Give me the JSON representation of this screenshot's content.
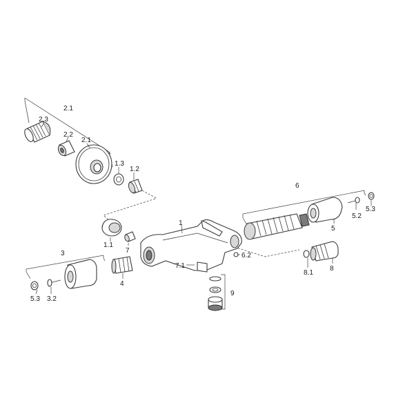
{
  "diagram": {
    "labels": {
      "l_2_1_top": "2.1",
      "l_2_3": "2.3",
      "l_2_2": "2.2",
      "l_2_1": "2.1",
      "l_1_3": "1.3",
      "l_1_2": "1.2",
      "l_6": "6",
      "l_5_2": "5.2",
      "l_5_3_right": "5.3",
      "l_5": "5",
      "l_1": "1",
      "l_1_1": "1.1",
      "l_7": "7",
      "l_3": "3",
      "l_4": "4",
      "l_5_3_left": "5.3",
      "l_3_2": "3.2",
      "l_7_1": "7.1",
      "l_6_2": "6.2",
      "l_8_1": "8.1",
      "l_8": "8",
      "l_9": "9"
    }
  }
}
